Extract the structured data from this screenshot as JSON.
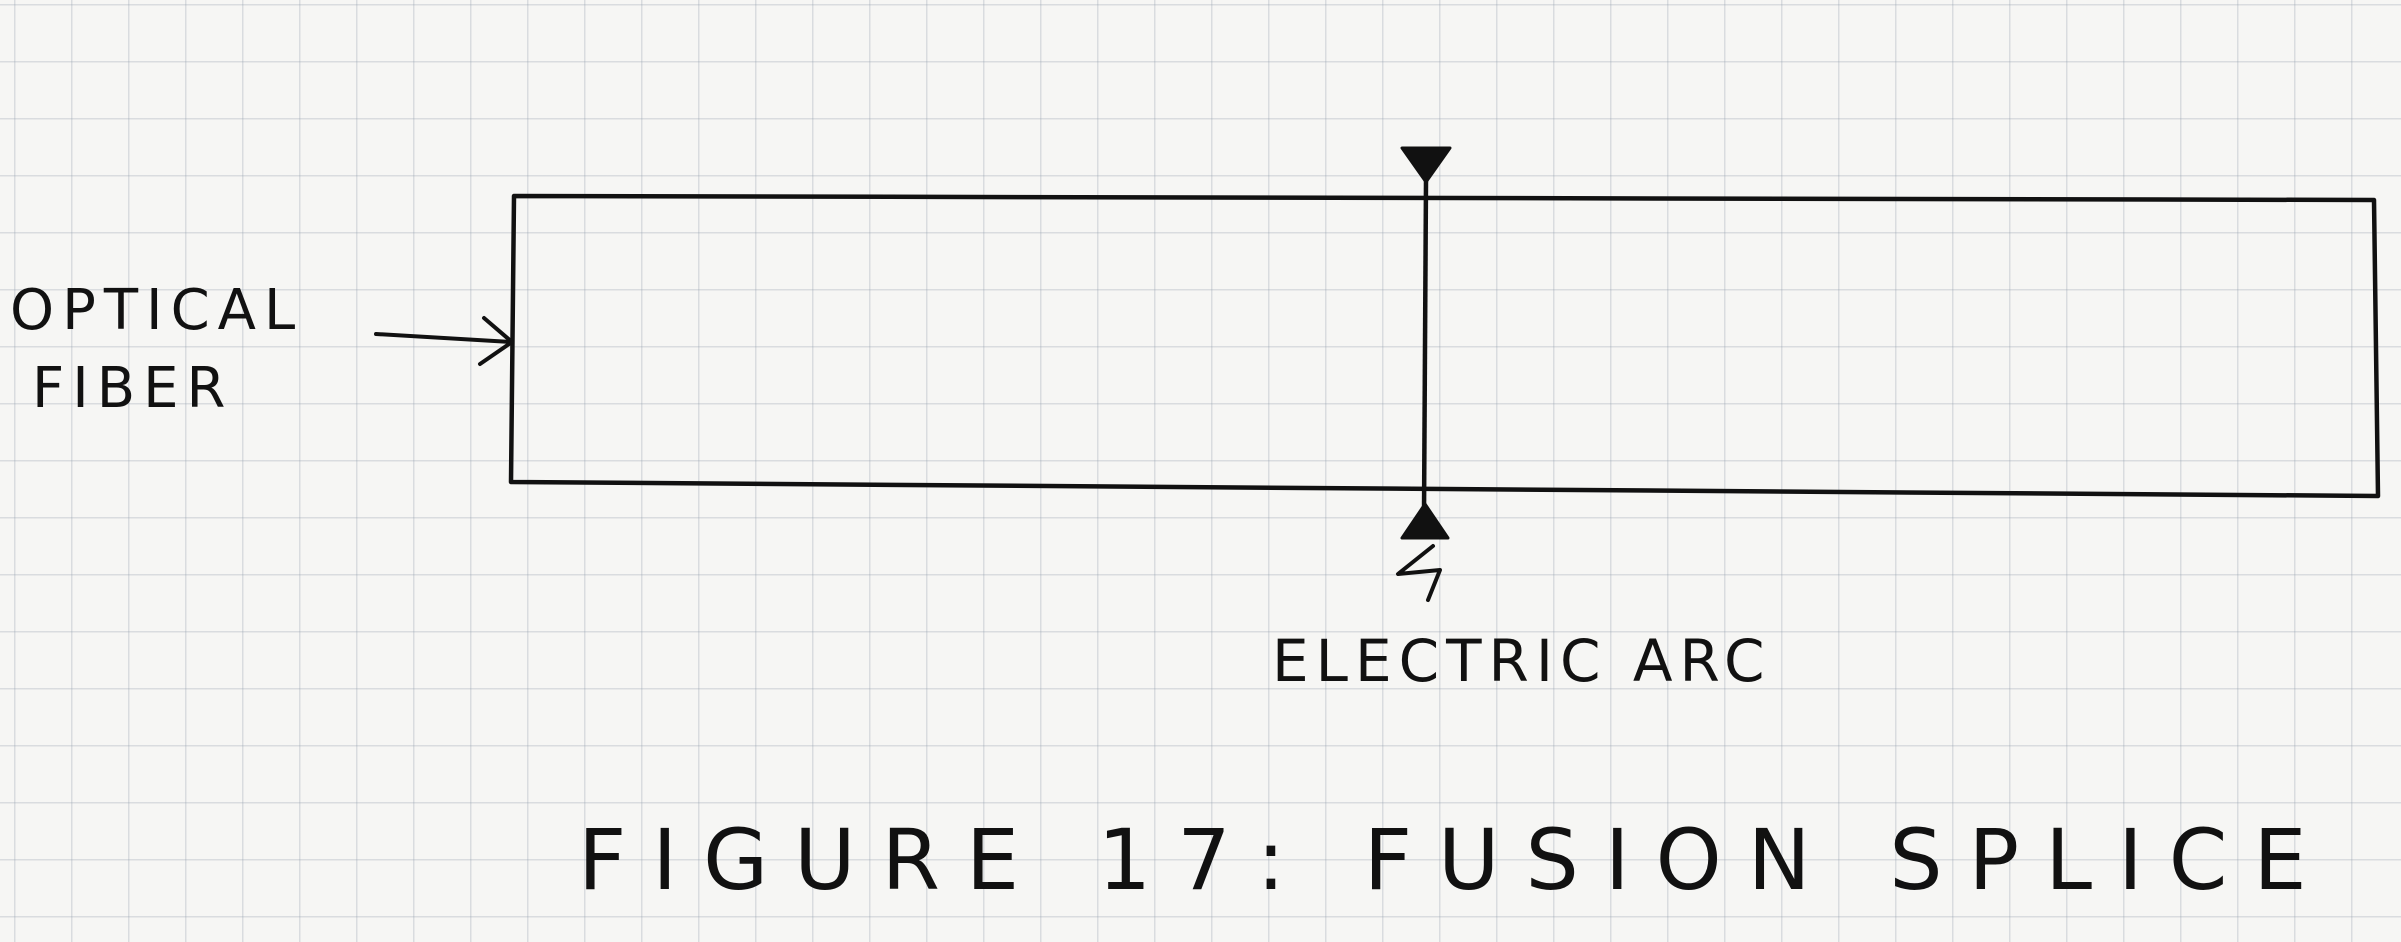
{
  "labels": {
    "fiber_line1": "OPTICAL",
    "fiber_line2": "FIBER",
    "arc": "ELECTRIC ARC"
  },
  "caption": "FIGURE 17: FUSION SPLICE",
  "colors": {
    "ink": "#111111",
    "paper": "#f6f6f4",
    "grid": "#a9b0bd"
  }
}
